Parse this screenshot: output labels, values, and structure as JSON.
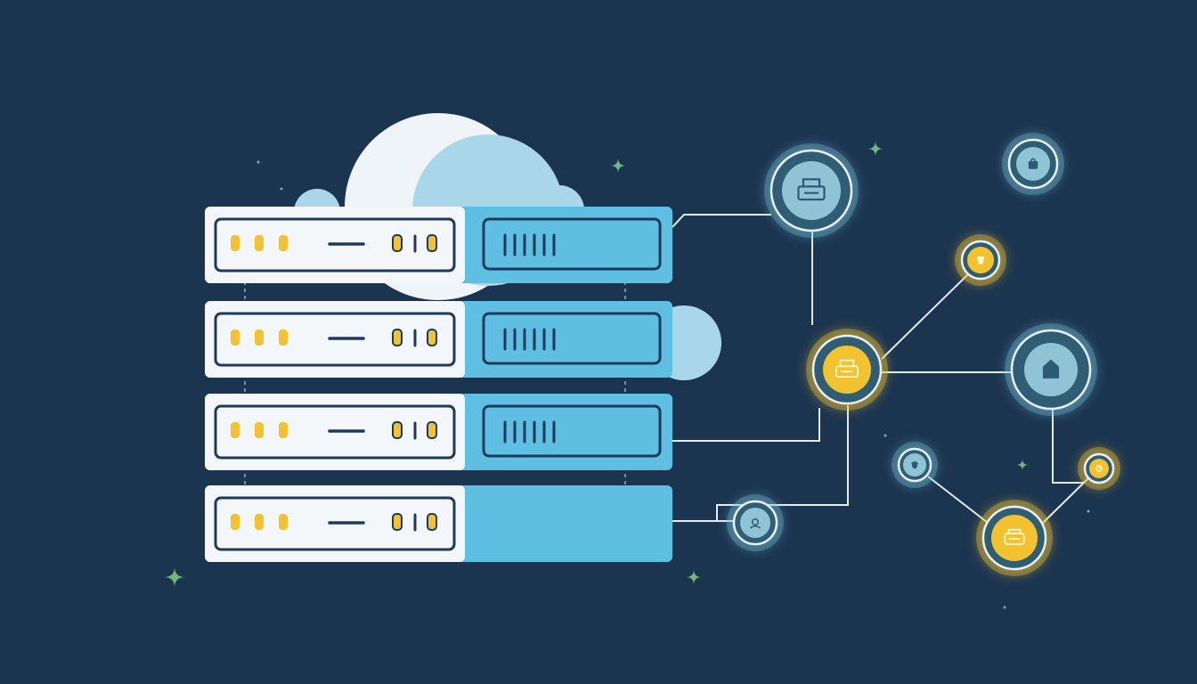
{
  "palette": {
    "background": "#1b3450",
    "cloud_white": "#eef4f8",
    "cloud_blue": "#a9d6e8",
    "rack_panel": "#f4f7fa",
    "rack_blue": "#5fbfe3",
    "rack_outline": "#1e3a5a",
    "led_yellow": "#f2c230",
    "node_teal": "#2f5d73",
    "node_ring": "#e9f1f5",
    "node_highlight": "#f2c230",
    "wire": "#e3edf3",
    "sparkle": "#6fb77d"
  },
  "illustration": {
    "servers": [
      {
        "id": "server-1",
        "vent": true
      },
      {
        "id": "server-2",
        "vent": true
      },
      {
        "id": "server-3",
        "vent": true
      },
      {
        "id": "server-4",
        "vent": false
      }
    ],
    "nodes": [
      {
        "id": "printer-node",
        "icon": "printer-icon",
        "highlight": false
      },
      {
        "id": "bag-node",
        "icon": "bag-icon",
        "highlight": false
      },
      {
        "id": "cup-node",
        "icon": "cup-icon",
        "highlight": true
      },
      {
        "id": "hub-node",
        "icon": "printer-icon",
        "highlight": true
      },
      {
        "id": "building-node",
        "icon": "building-icon",
        "highlight": false
      },
      {
        "id": "shield-node",
        "icon": "shield-icon",
        "highlight": false
      },
      {
        "id": "badge-node",
        "icon": "badge-icon",
        "highlight": true
      },
      {
        "id": "user-node",
        "icon": "user-icon",
        "highlight": false
      },
      {
        "id": "device-node",
        "icon": "device-icon",
        "highlight": true
      }
    ]
  }
}
